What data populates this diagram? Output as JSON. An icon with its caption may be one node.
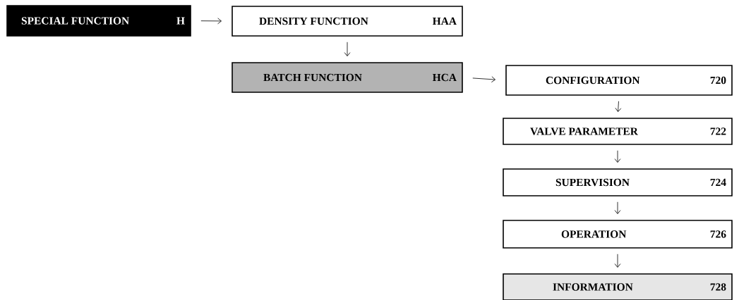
{
  "diagram": {
    "nodes": [
      {
        "text": [
          "SPECIAL FUNCTION",
          "H"
        ]
      },
      {
        "text": [
          "DENSITY FUNCTION",
          "HAA"
        ]
      },
      {
        "text": [
          "BATCH FUNCTION",
          "HCA"
        ]
      },
      {
        "text": [
          "CONFIGURATION",
          "720"
        ]
      },
      {
        "text": [
          "VALVE PARAMETER",
          "722"
        ]
      },
      {
        "text": [
          "SUPERVISION",
          "724"
        ]
      },
      {
        "text": [
          "OPERATION",
          "726"
        ]
      },
      {
        "text": [
          "INFORMATION",
          "728"
        ]
      }
    ],
    "edges": [
      {
        "from": 0,
        "to": 1,
        "arrow": "to"
      },
      {
        "from": 1,
        "to": 2,
        "arrow": "to"
      },
      {
        "from": 2,
        "to": 3,
        "arrow": "to"
      },
      {
        "from": 3,
        "to": 4,
        "arrow": "to"
      },
      {
        "from": 4,
        "to": 5,
        "arrow": "to"
      },
      {
        "from": 5,
        "to": 6,
        "arrow": "to"
      },
      {
        "from": 6,
        "to": 7,
        "arrow": "to"
      }
    ]
  }
}
